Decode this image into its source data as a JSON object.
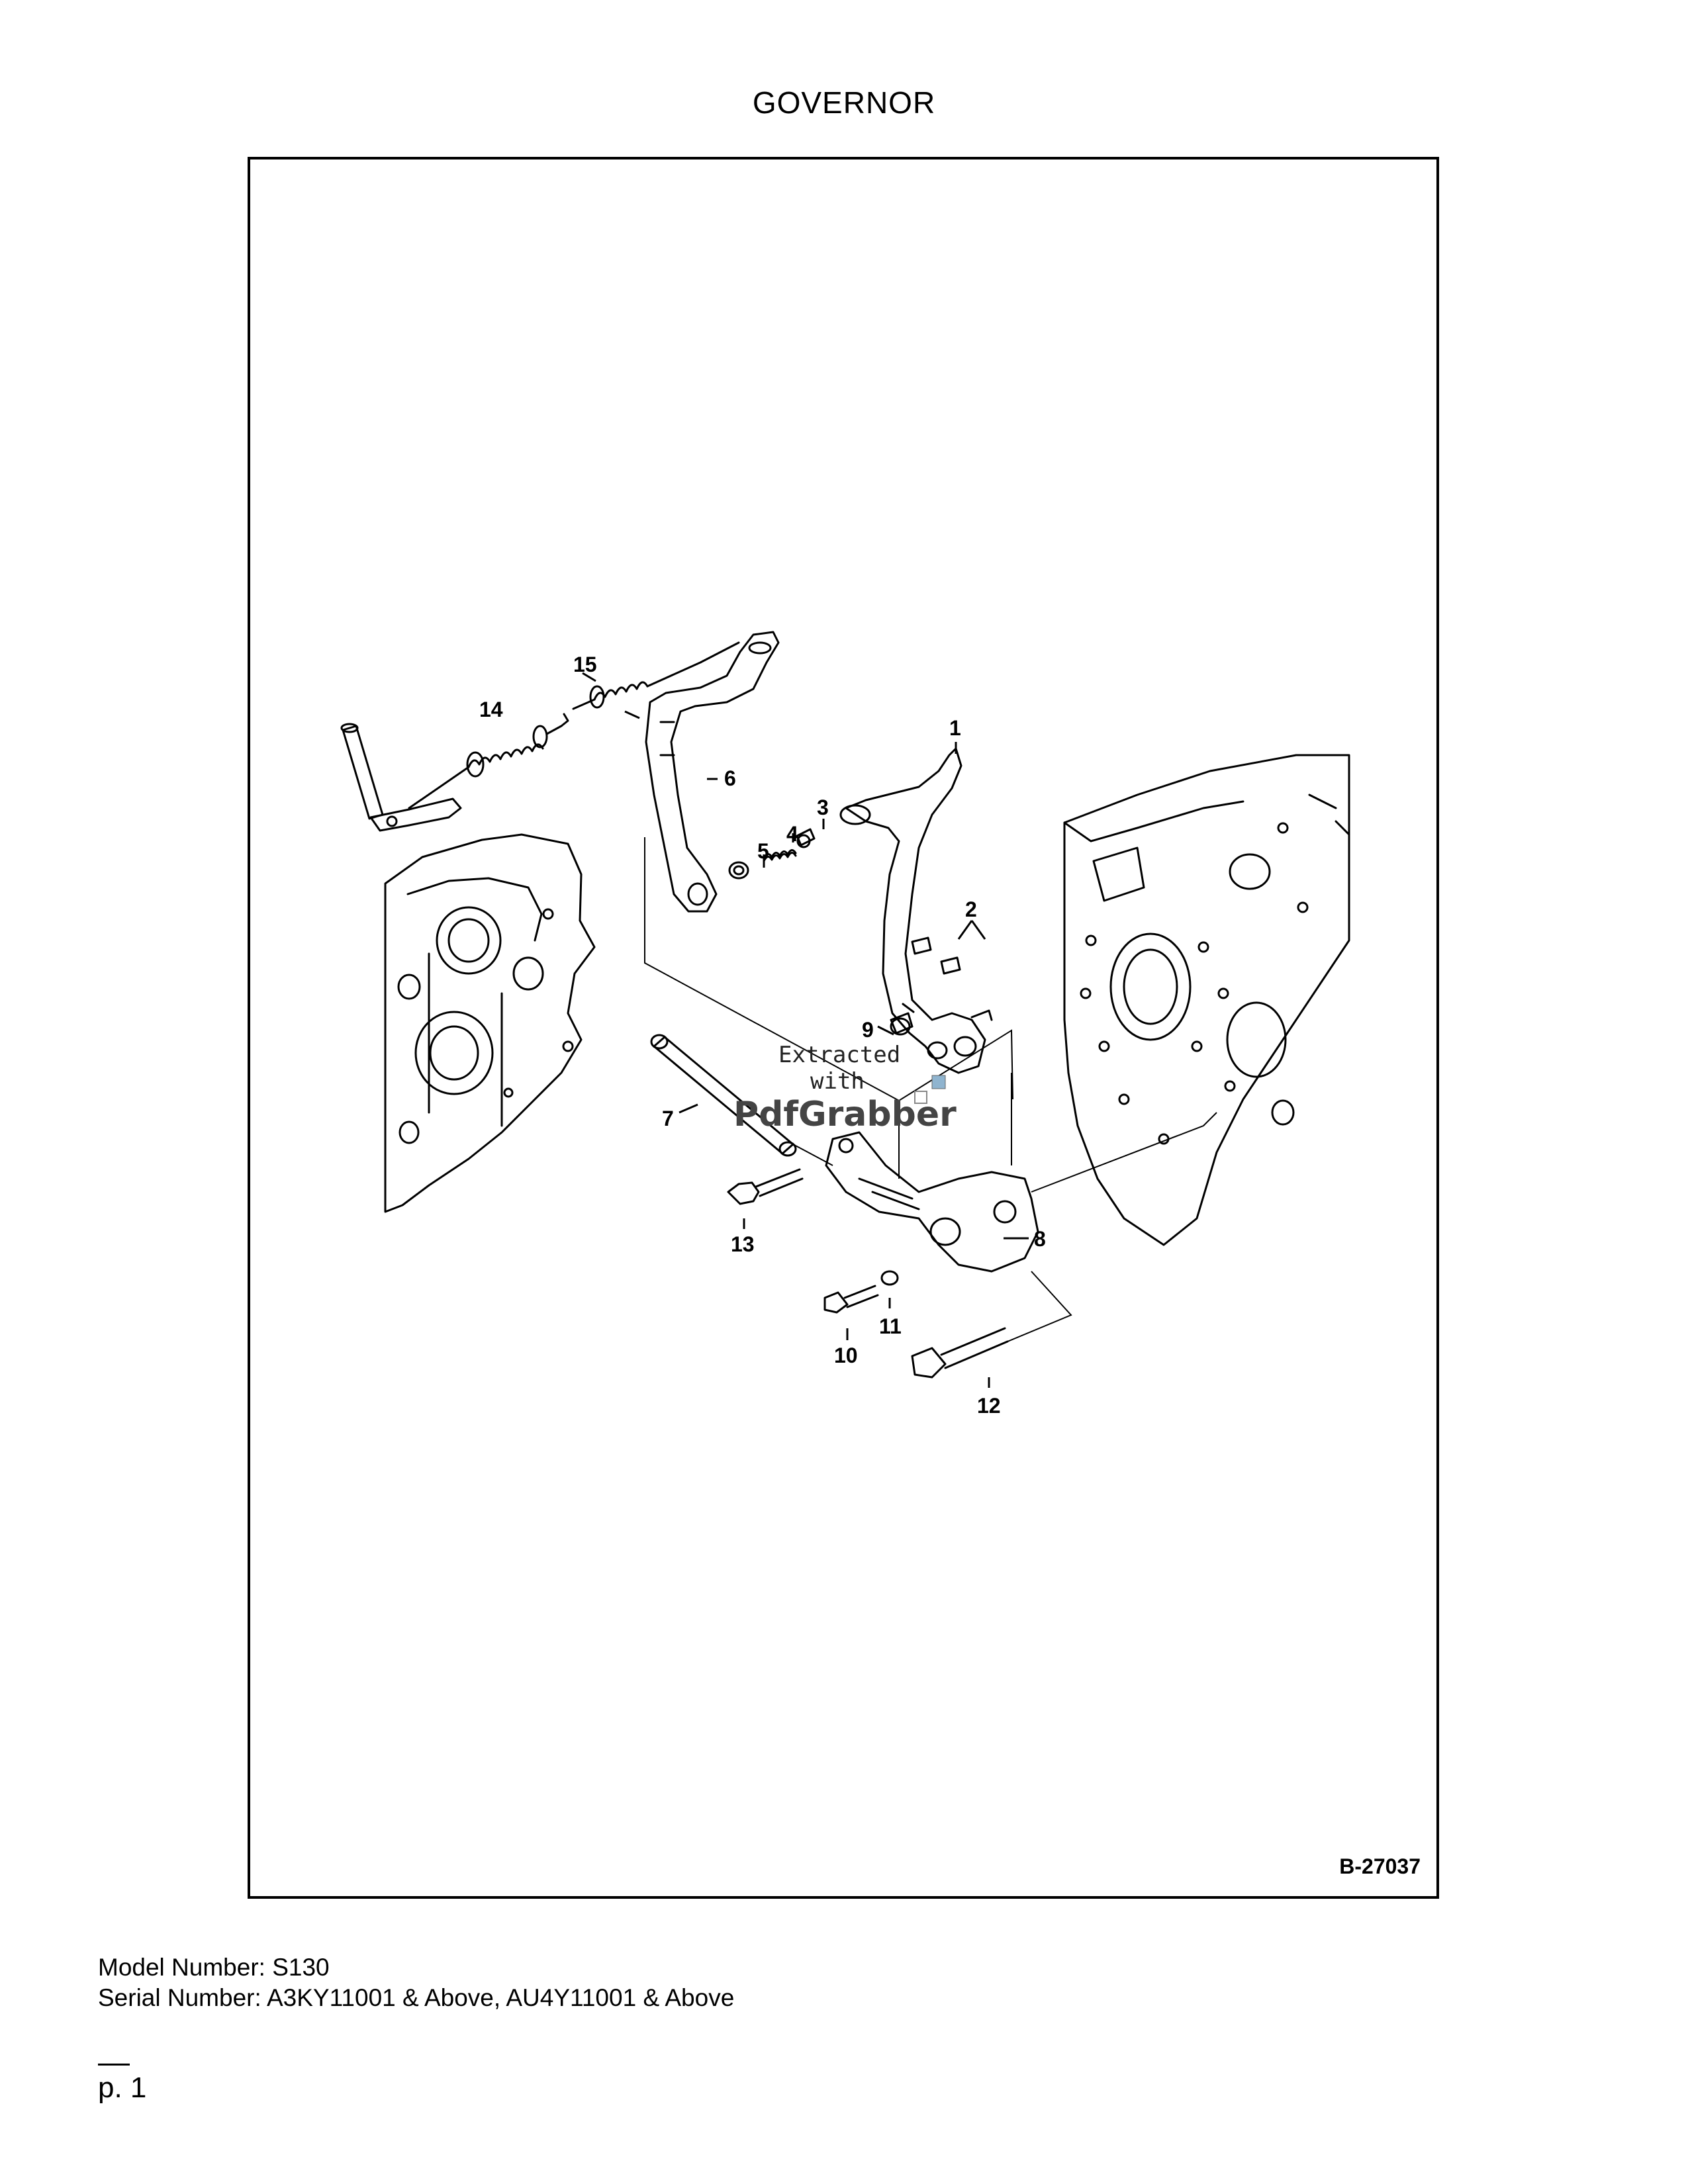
{
  "page": {
    "title": "GOVERNOR",
    "model_number": "Model Number: S130",
    "serial_number": "Serial Number: A3KY11001 & Above, AU4Y11001 & Above",
    "page_number": "p. 1"
  },
  "figure": {
    "reference": "B-27037",
    "callouts": [
      "1",
      "2",
      "3",
      "4",
      "5",
      "6",
      "7",
      "8",
      "9",
      "10",
      "11",
      "12",
      "13",
      "14",
      "15"
    ],
    "watermark": {
      "line1": "Extracted",
      "line2": "with",
      "line3": "PdfGrabber"
    }
  }
}
